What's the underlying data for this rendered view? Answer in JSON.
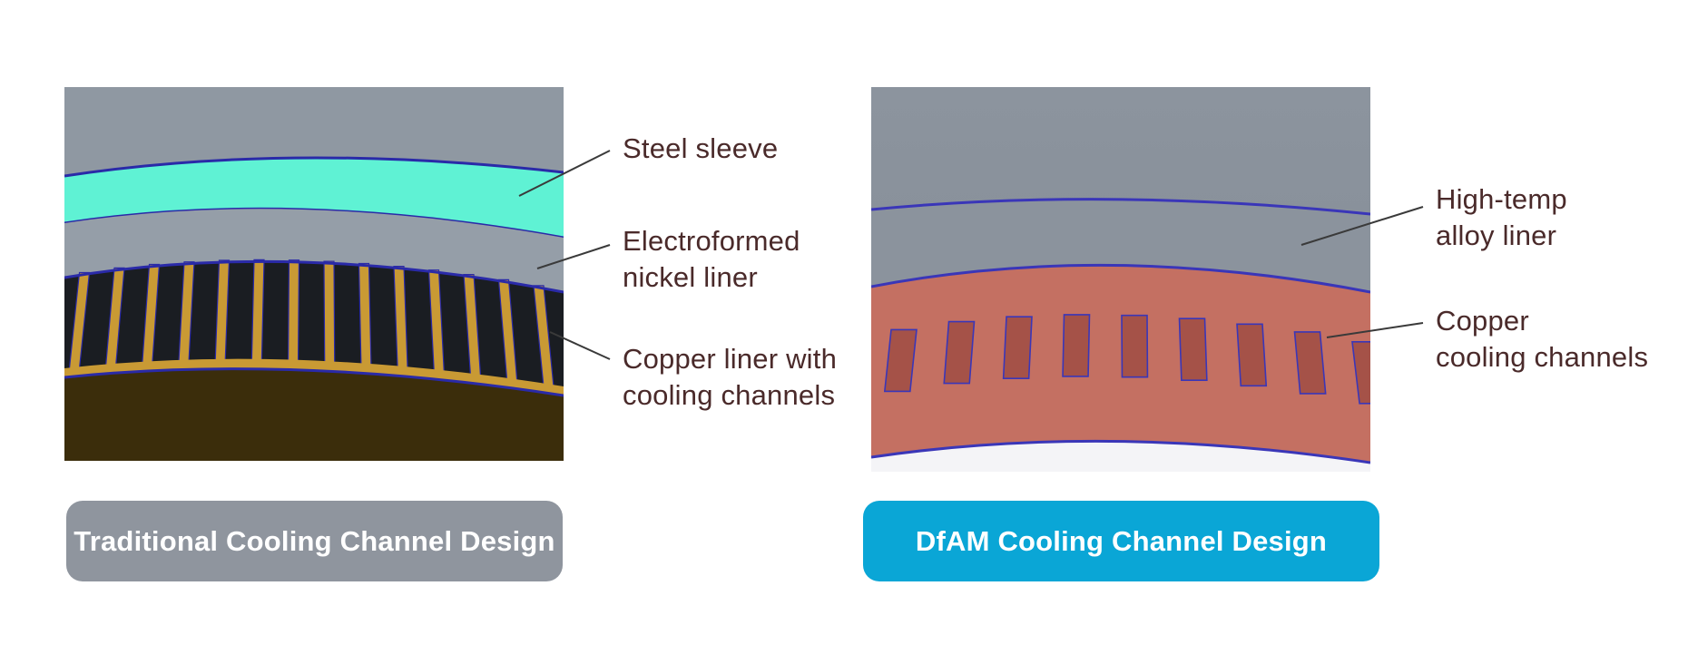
{
  "panels": [
    {
      "callouts": [
        "Steel sleeve",
        "Electroformed\nnickel liner",
        "Copper liner with\ncooling channels"
      ],
      "caption": "Traditional Cooling Channel Design",
      "colors": {
        "sleeve": "#5ff2d4",
        "steel": "#8f98a2",
        "copper_fins": "#c99a34",
        "channel_dark": "#1a1d22",
        "base": "#3b2d0b",
        "outline": "#2a2aa8"
      }
    },
    {
      "callouts": [
        "High-temp\nalloy liner",
        "Copper\ncooling channels"
      ],
      "caption": "DfAM Cooling Channel Design",
      "colors": {
        "alloy": "#8c949e",
        "copper": "#c47062",
        "channel": "#a55248",
        "outline": "#3a36b8"
      }
    }
  ],
  "caption_colors": {
    "traditional": "#8f959e",
    "dfam": "#0aa6d6"
  },
  "text_color": "#4a2a2a"
}
